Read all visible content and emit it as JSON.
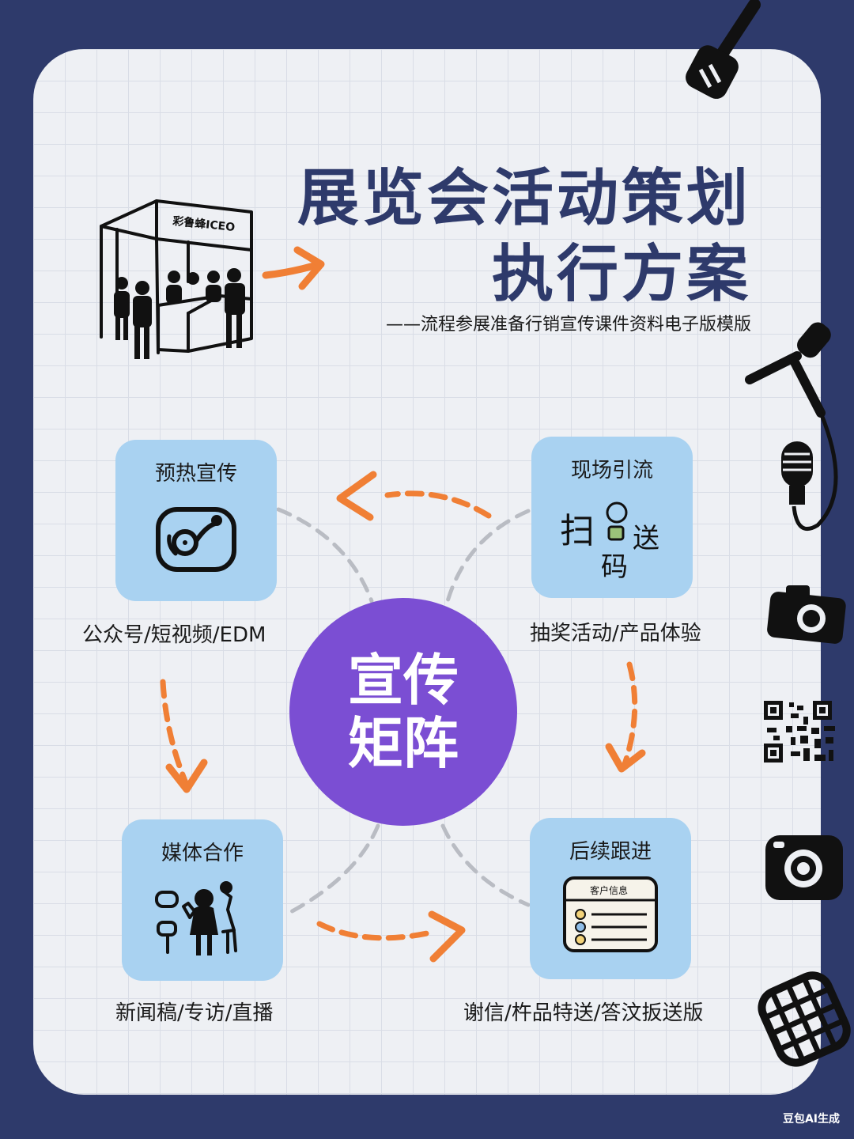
{
  "title": {
    "line1": "展览会活动策划",
    "line2": "执行方案",
    "subtitle": "——流程参展准备行销宣传课件资料电子版模版"
  },
  "booth_sign": "彩鲁蜂ICEO",
  "center": {
    "line1": "宣传",
    "line2": "矩阵"
  },
  "cards": {
    "preheat": {
      "label": "预热宣传",
      "caption": "公众号/短视频/EDM"
    },
    "onsite": {
      "label": "现场引流",
      "caption": "抽奖活动/产品体验",
      "doodle": [
        "扫",
        "码",
        "送"
      ]
    },
    "media": {
      "label": "媒体合作",
      "caption": "新闻稿/专访/直播"
    },
    "followup": {
      "label": "后续跟进",
      "caption": "谢信/杵品特送/答汶扳送版",
      "form_title": "客户信息"
    }
  },
  "watermark": "豆包AI生成",
  "colors": {
    "background": "#2e3a6b",
    "sheet": "#eef0f4",
    "card": "#a9d2f1",
    "accent_orange": "#f07f35",
    "center_purple": "#7b4ed3",
    "title_navy": "#2e3a6b"
  },
  "icons": [
    "spatula-icon",
    "microphone-stand-icon",
    "microphone-icon",
    "camera-icon",
    "qr-code-icon",
    "instagram-camera-icon",
    "grill-icon",
    "booth-illustration",
    "tv-icon",
    "scan-code-doodle",
    "people-icon",
    "customer-form-icon"
  ]
}
